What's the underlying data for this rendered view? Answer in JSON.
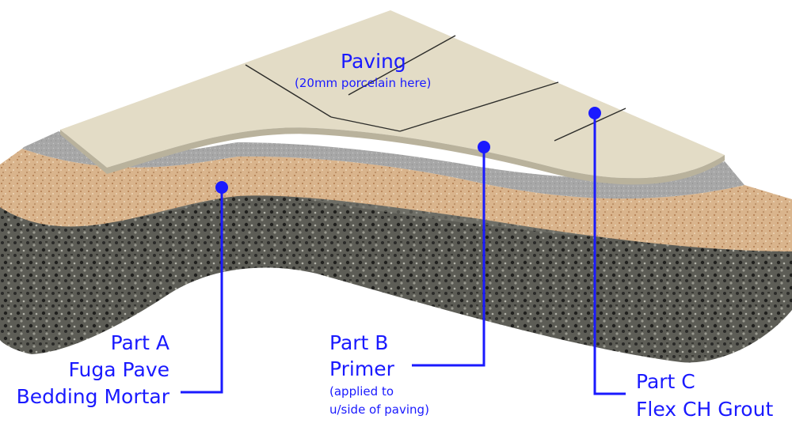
{
  "title": {
    "main": "Paving",
    "sub": "(20mm porcelain here)"
  },
  "parts": [
    {
      "id": "a",
      "lines": [
        "Part A",
        "Fuga Pave",
        "Bedding Mortar"
      ]
    },
    {
      "id": "b",
      "lines": [
        "Part B",
        "Primer"
      ],
      "notes": [
        "(applied to",
        "u/side of paving)"
      ]
    },
    {
      "id": "c",
      "lines": [
        "Part C",
        "Flex CH Grout"
      ]
    }
  ],
  "colors": {
    "label": "#1a1aff",
    "paving": "#e3dcc6",
    "primer": "#a7a7a7",
    "mortar": "#d9b48c",
    "concrete": "#5d5d56"
  }
}
